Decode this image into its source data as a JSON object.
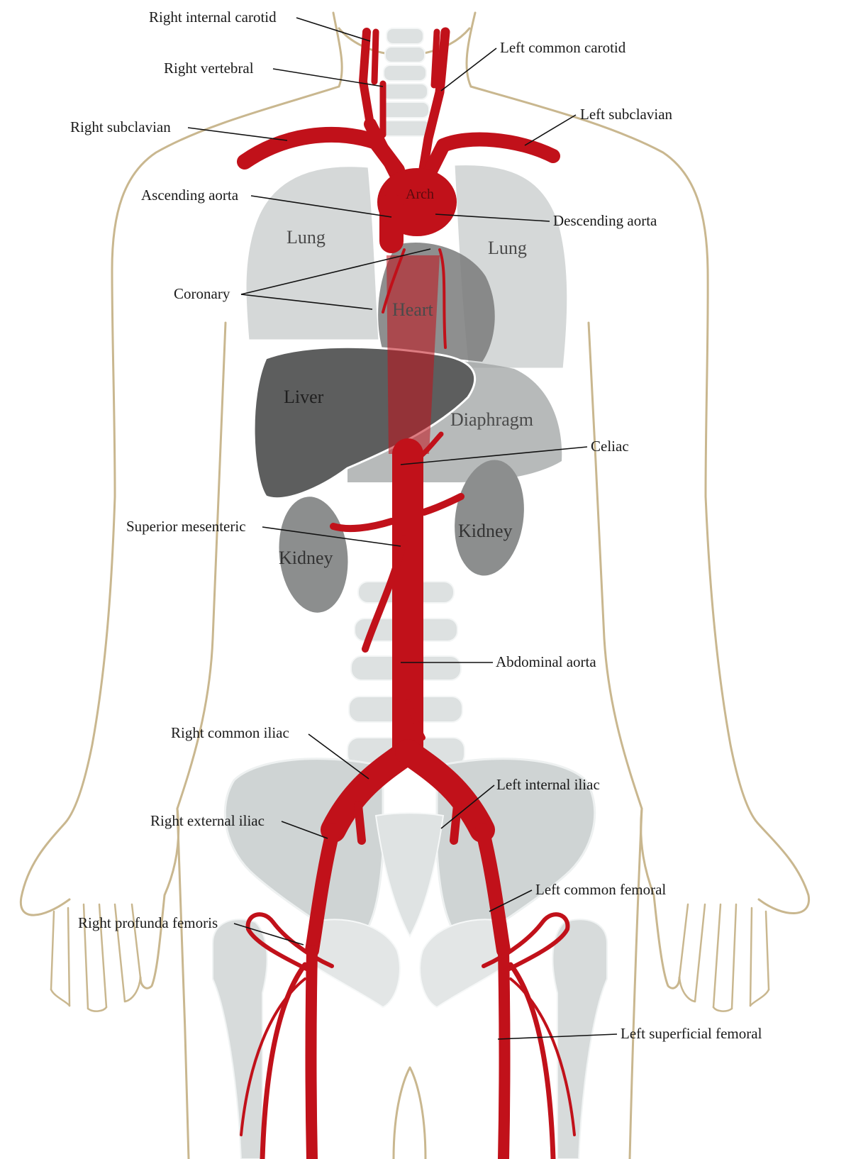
{
  "colors": {
    "artery": "#c1111a",
    "body_outline": "#c9b78f",
    "lung": "#d5d8d8",
    "liver": "#5d5e5e",
    "heart": "#7a7b7b",
    "kidney": "#8c8e8e",
    "bone": "#dde1e1"
  },
  "organ_labels": {
    "lung_right": "Lung",
    "lung_left": "Lung",
    "heart": "Heart",
    "arch": "Arch",
    "liver": "Liver",
    "diaphragm": "Diaphragm",
    "kidney_right": "Kidney",
    "kidney_left": "Kidney"
  },
  "callouts": {
    "right_internal_carotid": "Right internal carotid",
    "left_common_carotid": "Left common carotid",
    "right_vertebral": "Right vertebral",
    "right_subclavian": "Right subclavian",
    "left_subclavian": "Left subclavian",
    "ascending_aorta": "Ascending aorta",
    "descending_aorta": "Descending aorta",
    "coronary": "Coronary",
    "celiac": "Celiac",
    "superior_mesenteric": "Superior mesenteric",
    "abdominal_aorta": "Abdominal aorta",
    "right_common_iliac": "Right common iliac",
    "left_internal_iliac": "Left internal iliac",
    "right_external_iliac": "Right external iliac",
    "left_common_femoral": "Left common femoral",
    "right_profunda_femoris": "Right profunda femoris",
    "left_superficial_femoral": "Left superficial femoral"
  }
}
